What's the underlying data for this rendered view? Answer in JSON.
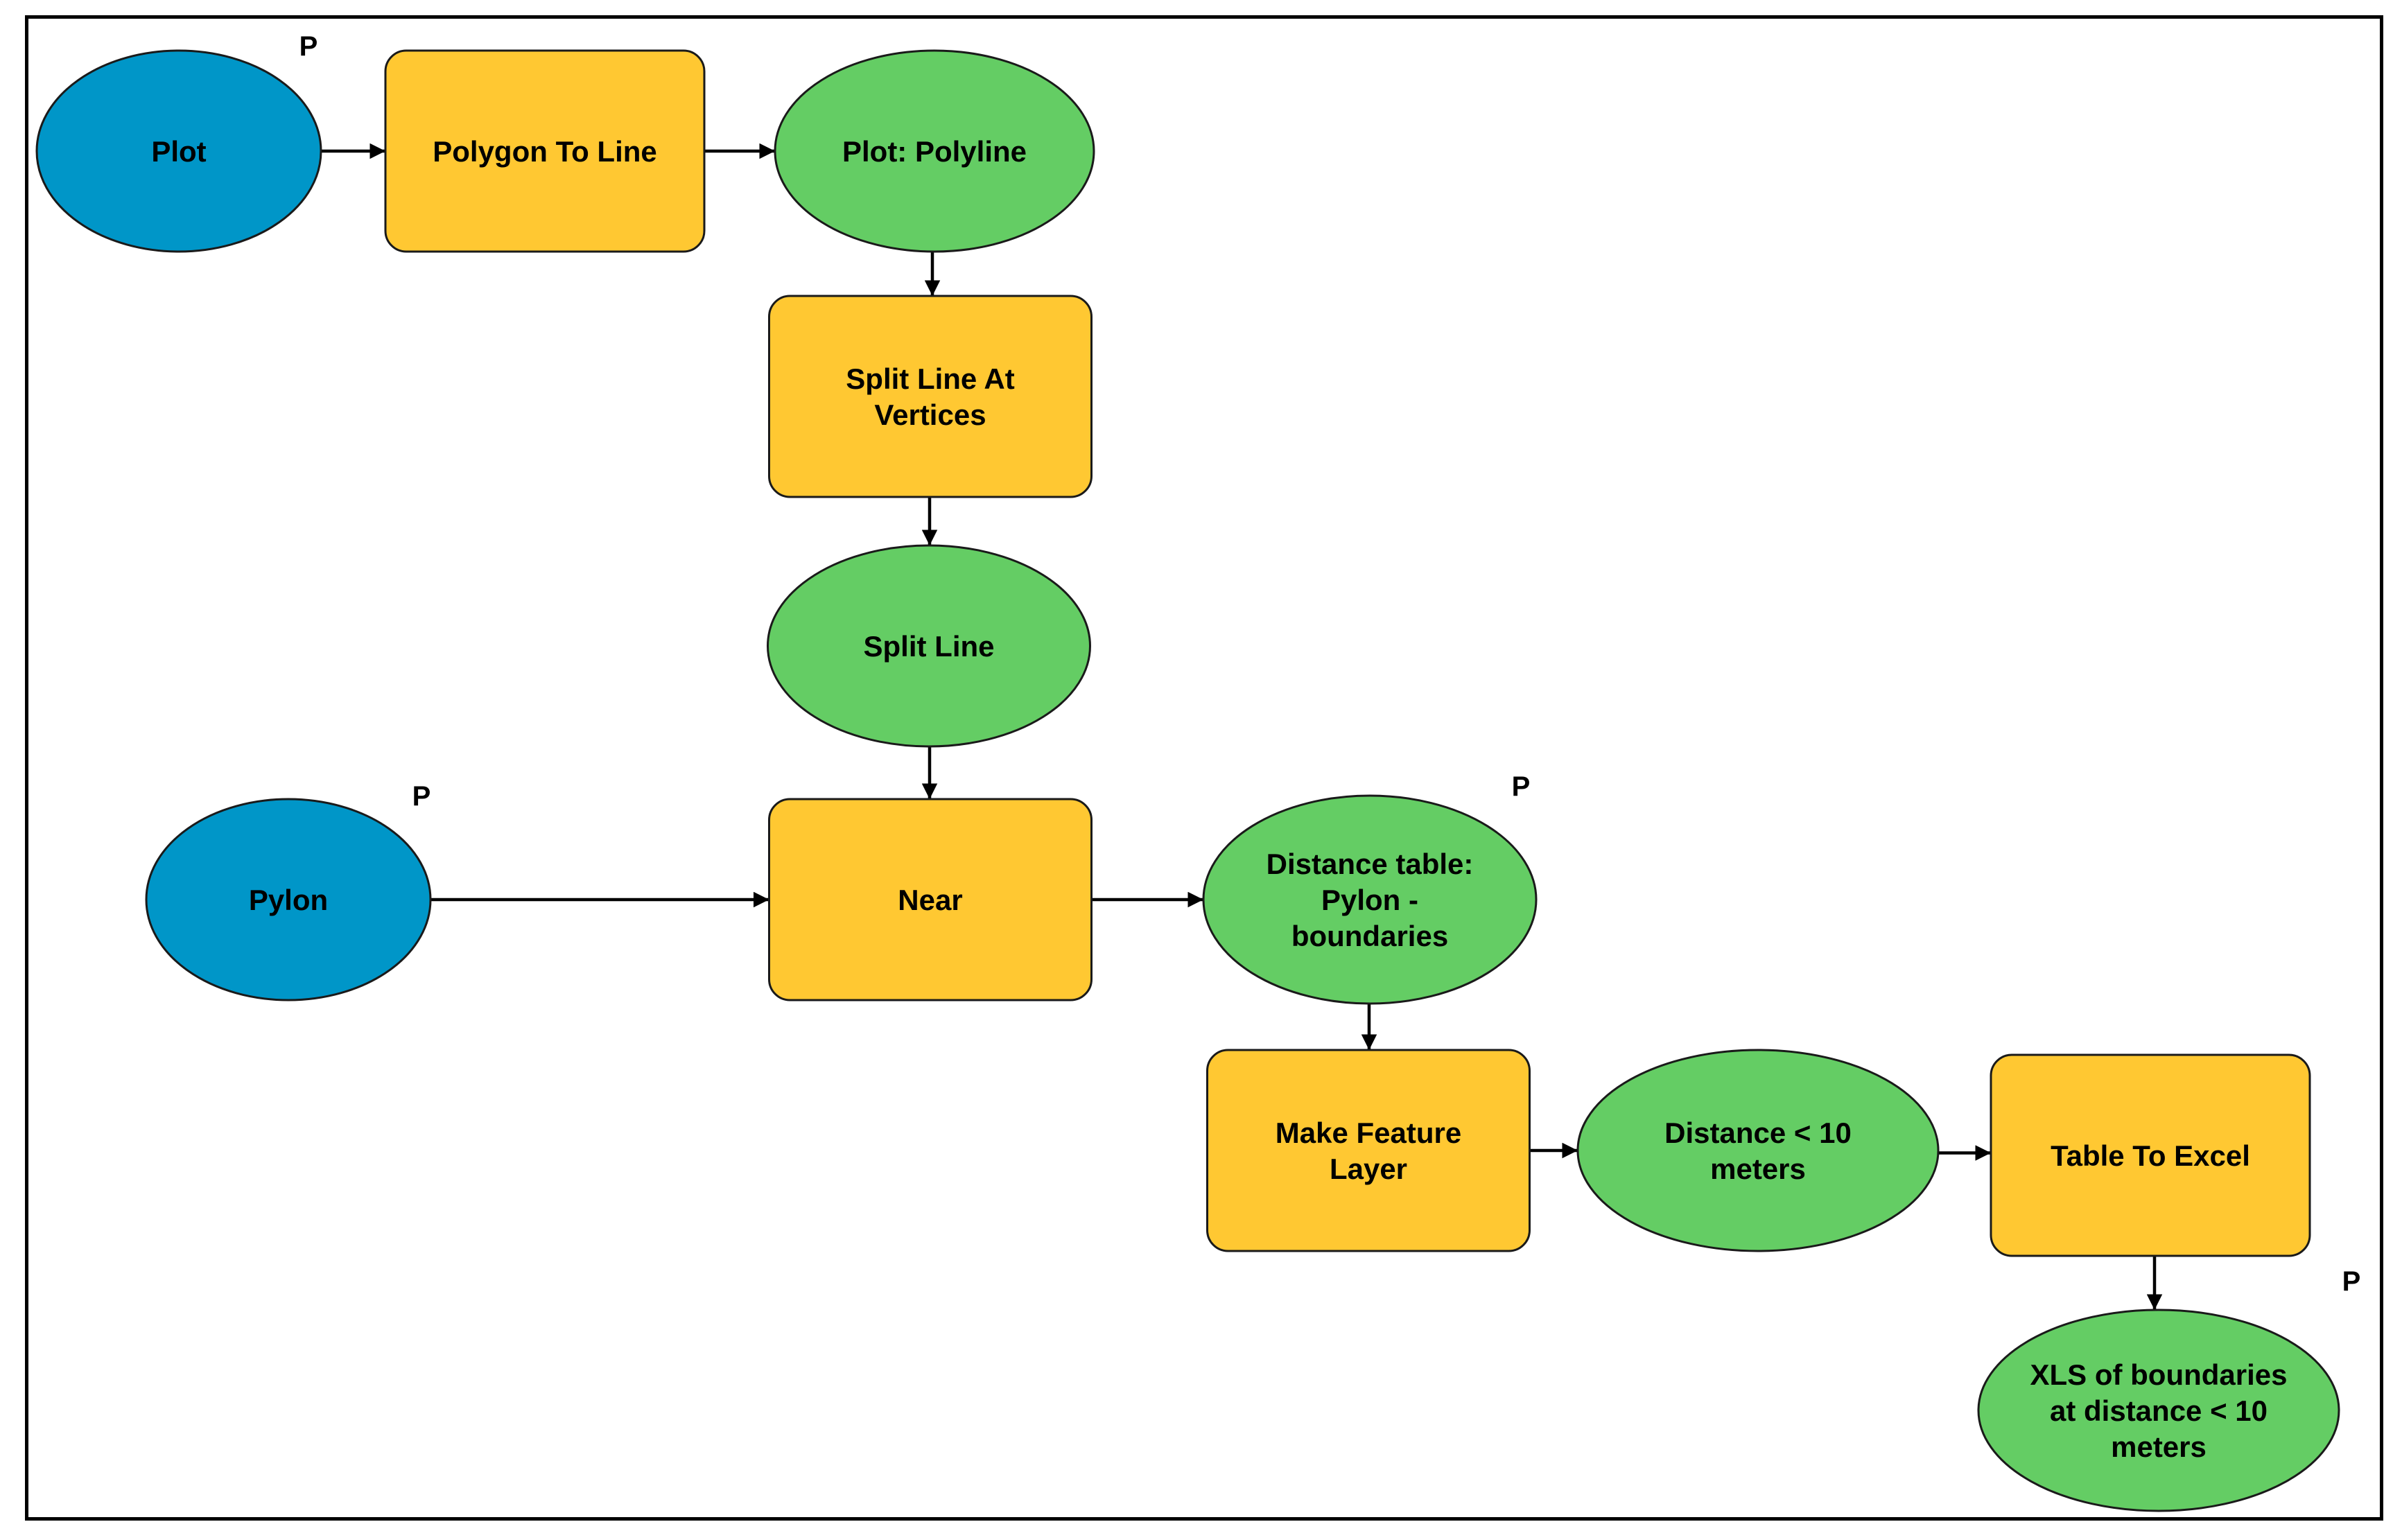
{
  "colors": {
    "input": "#0096C8",
    "tool": "#FFC832",
    "output": "#64CD64"
  },
  "parameter_marker": "P",
  "nodes": [
    {
      "id": "plot",
      "kind": "input",
      "shape": "ellipse",
      "lines": [
        "Plot"
      ],
      "parameter": true
    },
    {
      "id": "polygon-to-line",
      "kind": "tool",
      "shape": "rect",
      "lines": [
        "Polygon To Line"
      ],
      "parameter": false
    },
    {
      "id": "plot-polyline",
      "kind": "output",
      "shape": "ellipse",
      "lines": [
        "Plot: Polyline"
      ],
      "parameter": false
    },
    {
      "id": "split-line-at-vertices",
      "kind": "tool",
      "shape": "rect",
      "lines": [
        "Split Line At",
        "Vertices"
      ],
      "parameter": false
    },
    {
      "id": "split-line",
      "kind": "output",
      "shape": "ellipse",
      "lines": [
        "Split Line"
      ],
      "parameter": false
    },
    {
      "id": "pylon",
      "kind": "input",
      "shape": "ellipse",
      "lines": [
        "Pylon"
      ],
      "parameter": true
    },
    {
      "id": "near",
      "kind": "tool",
      "shape": "rect",
      "lines": [
        "Near"
      ],
      "parameter": false
    },
    {
      "id": "distance-table",
      "kind": "output",
      "shape": "ellipse",
      "lines": [
        "Distance table:",
        "Pylon -",
        "boundaries"
      ],
      "parameter": true
    },
    {
      "id": "make-feature-layer",
      "kind": "tool",
      "shape": "rect",
      "lines": [
        "Make Feature",
        "Layer"
      ],
      "parameter": false
    },
    {
      "id": "distance-lt-10",
      "kind": "output",
      "shape": "ellipse",
      "lines": [
        "Distance < 10",
        "meters"
      ],
      "parameter": false
    },
    {
      "id": "table-to-excel",
      "kind": "tool",
      "shape": "rect",
      "lines": [
        "Table To Excel"
      ],
      "parameter": false
    },
    {
      "id": "xls-output",
      "kind": "output",
      "shape": "ellipse",
      "lines": [
        "XLS of boundaries",
        "at distance < 10",
        "meters"
      ],
      "parameter": true
    }
  ],
  "edges": [
    {
      "from": "plot",
      "to": "polygon-to-line"
    },
    {
      "from": "polygon-to-line",
      "to": "plot-polyline"
    },
    {
      "from": "plot-polyline",
      "to": "split-line-at-vertices"
    },
    {
      "from": "split-line-at-vertices",
      "to": "split-line"
    },
    {
      "from": "split-line",
      "to": "near"
    },
    {
      "from": "pylon",
      "to": "near"
    },
    {
      "from": "near",
      "to": "distance-table"
    },
    {
      "from": "distance-table",
      "to": "make-feature-layer"
    },
    {
      "from": "make-feature-layer",
      "to": "distance-lt-10"
    },
    {
      "from": "distance-lt-10",
      "to": "table-to-excel"
    },
    {
      "from": "table-to-excel",
      "to": "xls-output"
    }
  ]
}
